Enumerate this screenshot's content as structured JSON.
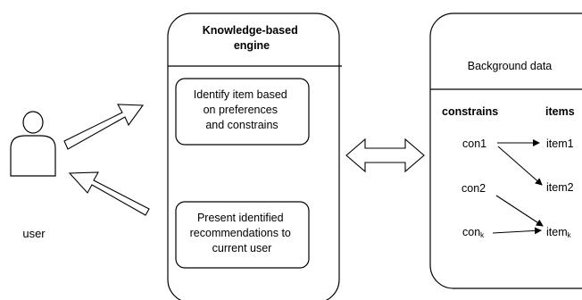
{
  "user": {
    "label": "user"
  },
  "engine": {
    "title_line1": "Knowledge-based",
    "title_line2": "engine",
    "step1": [
      "Identify item based",
      "on preferences",
      "and constrains"
    ],
    "step2": [
      "Present identified",
      "recommendations to",
      "current user"
    ]
  },
  "background": {
    "title": "Background data",
    "col_constraints": "constrains",
    "col_items": "items",
    "constraints": [
      {
        "base": "con1",
        "sub": ""
      },
      {
        "base": "con2",
        "sub": ""
      },
      {
        "base": "con",
        "sub": "k"
      }
    ],
    "items": [
      {
        "base": "item1",
        "sub": ""
      },
      {
        "base": "item2",
        "sub": ""
      },
      {
        "base": "item",
        "sub": "k"
      }
    ]
  }
}
